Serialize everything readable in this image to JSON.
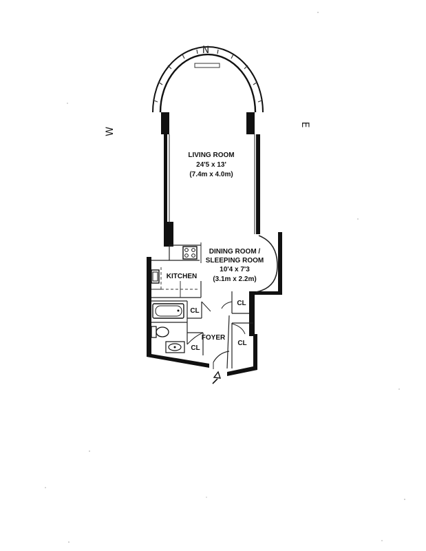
{
  "compass": {
    "north": "N",
    "west": "W",
    "east": "E"
  },
  "rooms": {
    "living": {
      "name": "LIVING ROOM",
      "dim_imperial": "24'5 x 13'",
      "dim_metric": "(7.4m x 4.0m)"
    },
    "dining": {
      "name_line1": "DINING ROOM /",
      "name_line2": "SLEEPING ROOM",
      "dim_imperial": "10'4 x 7'3",
      "dim_metric": "(3.1m x 2.2m)"
    },
    "kitchen": {
      "name": "KITCHEN"
    },
    "foyer": {
      "name": "FOYER"
    }
  },
  "closets": {
    "bath": "CL",
    "lower_left": "CL",
    "upper_right": "CL",
    "lower_right": "CL"
  },
  "colors": {
    "wall": "#111111",
    "line": "#222222",
    "background": "#ffffff"
  }
}
